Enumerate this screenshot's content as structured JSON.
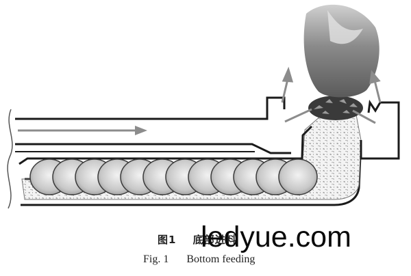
{
  "figure": {
    "caption_cn_label": "图1",
    "caption_cn_text": "底部进料",
    "caption_en_label": "Fig. 1",
    "caption_en_text": "Bottom feeding"
  },
  "watermark": {
    "text": "ledyue.com"
  },
  "colors": {
    "outline": "#1a1a1a",
    "flow_arrow": "#8c8c8c",
    "flame_dark": "#6e6e6e",
    "flame_light": "#c9c9c9",
    "fuel": "#b5b5b5",
    "auger": "#d8d8d8"
  }
}
